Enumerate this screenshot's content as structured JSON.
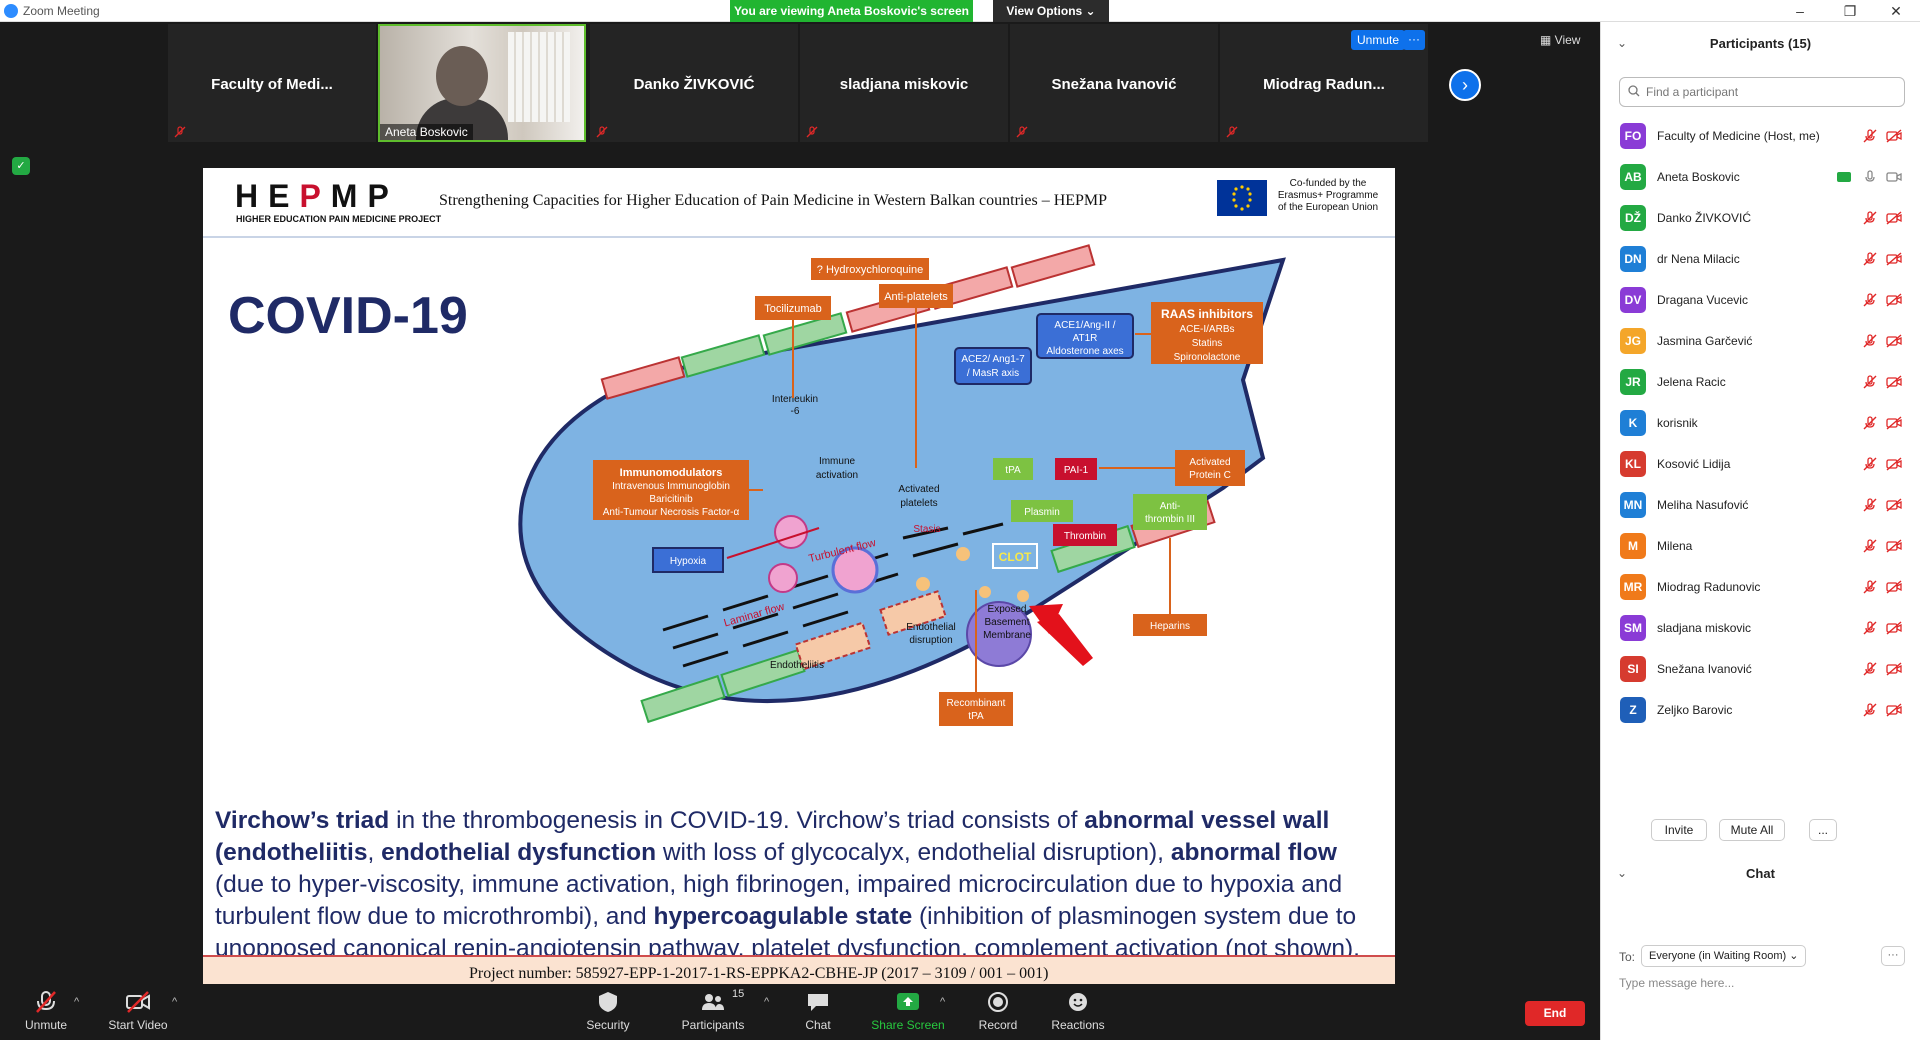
{
  "window": {
    "title": "Zoom Meeting",
    "minimize": "–",
    "restore": "❐",
    "close": "✕"
  },
  "banner": {
    "viewing": "You are viewing Aneta Boskovic's screen",
    "view_options": "View Options ⌄"
  },
  "thumbnails": [
    {
      "name": "Faculty  of  Medi..."
    },
    {
      "name": "Aneta Boskovic"
    },
    {
      "name": "Danko ŽIVKOVIĆ"
    },
    {
      "name": "sladjana miskovic"
    },
    {
      "name": "Snežana Ivanović"
    },
    {
      "name": "Miodrag  Radun..."
    }
  ],
  "thumb_controls": {
    "unmute": "Unmute",
    "more": "···",
    "view": "View",
    "next": "›"
  },
  "slide": {
    "logo": "HEPMP",
    "logo_sub": "HIGHER EDUCATION PAIN MEDICINE PROJECT",
    "header_title": "Strengthening Capacities for Higher Education of Pain Medicine in Western Balkan countries – HEPMP",
    "eu_text": "Co-funded by the Erasmus+ Programme of the European Union",
    "main_title": "COVID-19",
    "diagram_labels": {
      "hcq": "? Hydroxychloroquine",
      "toci": "Tocilizumab",
      "antiplat": "Anti-platelets",
      "raas_title": "RAAS inhibitors",
      "raas_1": "ACE-I/ARBs",
      "raas_2": "Statins",
      "raas_3": "Spironolactone",
      "ace1_1": "ACE1/Ang-II /",
      "ace1_2": "AT1R",
      "ace1_3": "Aldosterone axes",
      "ace2_1": "ACE2/ Ang1-7",
      "ace2_2": "/ MasR axis",
      "il6_1": "Interleukin",
      "il6_2": "-6",
      "immune_1": "Immune",
      "immune_2": "activation",
      "actplat_1": "Activated",
      "actplat_2": "platelets",
      "immuno_title": "Immunomodulators",
      "immuno_1": "Intravenous Immunoglobin",
      "immuno_2": "Baricitinib",
      "immuno_3": "Anti-Tumour Necrosis Factor-α",
      "tpa": "tPA",
      "pai1": "PAI-1",
      "actprot_1": "Activated",
      "actprot_2": "Protein C",
      "plasmin": "Plasmin",
      "thrombin": "Thrombin",
      "antithr_1": "Anti-",
      "antithr_2": "thrombin III",
      "hypoxia": "Hypoxia",
      "stasis": "Stasis",
      "turbulent": "Turbulent flow",
      "clot": "CLOT",
      "laminar": "Laminar flow",
      "endo_disrupt_1": "Endothelial",
      "endo_disrupt_2": "disruption",
      "exposed_1": "Exposed",
      "exposed_2": "Basement",
      "exposed_3": "Membrane",
      "heparins": "Heparins",
      "endotheliitis": "Endotheliitis",
      "rtpa_1": "Recombinant",
      "rtpa_2": "tPA"
    },
    "body_parts": [
      {
        "t": "Virchow’s triad",
        "b": true
      },
      {
        "t": " in the thrombogenesis in COVID-19. Virchow’s triad consists of ",
        "b": false
      },
      {
        "t": "abnormal vessel wall (endotheliitis",
        "b": true
      },
      {
        "t": ", ",
        "b": false
      },
      {
        "t": "endothelial dysfunction",
        "b": true
      },
      {
        "t": " with loss of glycocalyx, endothelial disruption), ",
        "b": false
      },
      {
        "t": "abnormal flow",
        "b": true
      },
      {
        "t": " (due to hyper-viscosity, immune activation, high fibrinogen, impaired microcirculation due to hypoxia and turbulent flow due to microthrombi), and ",
        "b": false
      },
      {
        "t": "hypercoagulable state",
        "b": true
      },
      {
        "t": " (inhibition of plasminogen system due to unopposed canonical renin-angiotensin pathway, platelet dysfunction, complement activation (not shown), and hyperimmune response)",
        "b": false
      }
    ],
    "footer": "Project number:  585927-EPP-1-2017-1-RS-EPPKA2-CBHE-JP (2017 – 3109 / 001 – 001)"
  },
  "toolbar": {
    "unmute": "Unmute",
    "start_video": "Start Video",
    "security": "Security",
    "participants": "Participants",
    "participants_count": "15",
    "chat": "Chat",
    "share_screen": "Share Screen",
    "record": "Record",
    "reactions": "Reactions",
    "end": "End",
    "caret": "^"
  },
  "panel": {
    "title": "Participants (15)",
    "search_placeholder": "Find a participant",
    "participants": [
      {
        "initials": "FO",
        "name": "Faculty of Medicine (Host, me)",
        "color": "#8a3bd6"
      },
      {
        "initials": "AB",
        "name": "Aneta Boskovic",
        "color": "#23a943"
      },
      {
        "initials": "DŽ",
        "name": "Danko ŽIVKOVIĆ",
        "color": "#23a943"
      },
      {
        "initials": "DN",
        "name": "dr Nena Milacic",
        "color": "#1f7fd6"
      },
      {
        "initials": "DV",
        "name": "Dragana Vucevic",
        "color": "#8a3bd6"
      },
      {
        "initials": "JG",
        "name": "Jasmina Garčević",
        "color": "#f4a62a"
      },
      {
        "initials": "JR",
        "name": "Jelena Racic",
        "color": "#23a943"
      },
      {
        "initials": "K",
        "name": "korisnik",
        "color": "#1f7fd6"
      },
      {
        "initials": "KL",
        "name": "Kosović Lidija",
        "color": "#d63b2f"
      },
      {
        "initials": "MN",
        "name": "Meliha Nasufović",
        "color": "#1f7fd6"
      },
      {
        "initials": "M",
        "name": "Milena",
        "color": "#f07a1a"
      },
      {
        "initials": "MR",
        "name": "Miodrag Radunovic",
        "color": "#f07a1a"
      },
      {
        "initials": "SM",
        "name": "sladjana miskovic",
        "color": "#8a3bd6"
      },
      {
        "initials": "SI",
        "name": "Snežana Ivanović",
        "color": "#d63b2f"
      },
      {
        "initials": "Z",
        "name": "Zeljko Barovic",
        "color": "#1f5fb8"
      }
    ],
    "invite": "Invite",
    "mute_all": "Mute All",
    "more": "...",
    "chat_title": "Chat",
    "chat_to": "To:",
    "chat_recipient": "Everyone (in Waiting Room) ⌄",
    "chat_more": "···",
    "chat_placeholder": "Type message here..."
  }
}
